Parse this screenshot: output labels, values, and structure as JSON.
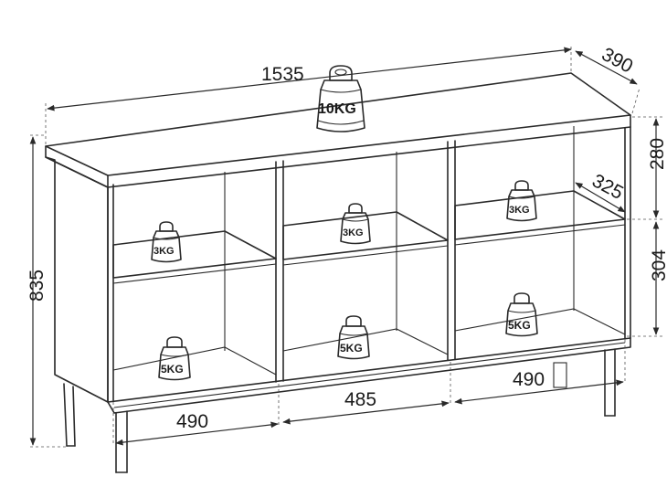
{
  "dimensions": {
    "width": "1535",
    "depth": "390",
    "height": "835",
    "top_shelf_height": "280",
    "bottom_shelf_height": "304",
    "inner_depth": "325",
    "left_width": "490",
    "center_width": "485",
    "right_width": "490"
  },
  "weights": {
    "top": "10KG",
    "upper_left": "3KG",
    "upper_center": "3KG",
    "upper_right": "3KG",
    "lower_left": "5KG",
    "lower_center": "5KG",
    "lower_right": "5KG"
  },
  "icons": {
    "weight": "kettlebell-weight-icon"
  }
}
